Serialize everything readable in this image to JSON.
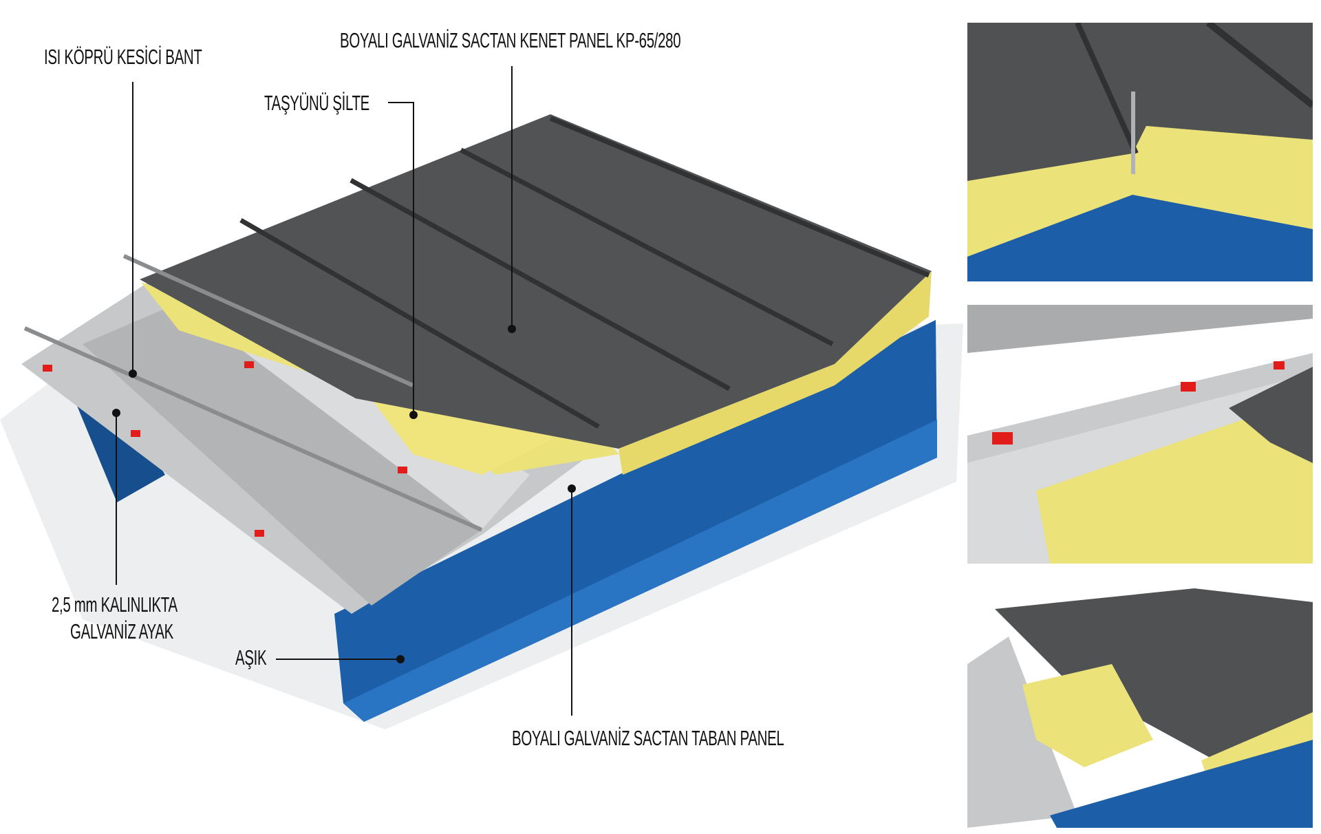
{
  "labels": {
    "thermal_break_tape": "ISI KÖPRÜ KESİCİ BANT",
    "seam_panel": "BOYALI GALVANİZ SACTAN KENET PANEL KP-65/280",
    "rockwool": "TAŞYÜNÜ ŞİLTE",
    "bracket_line1": "2,5 mm KALINLIKTA",
    "bracket_line2": "GALVANİZ AYAK",
    "purlin": "AŞIK",
    "liner_panel": "BOYALI GALVANİZ SACTAN TABAN PANEL"
  },
  "colors": {
    "steel_dark": "#505254",
    "insulation": "#ece27a",
    "purlin_blue": "#1c5fa8",
    "liner_silver": "#c2c4c6",
    "tape_red": "#e21b1b"
  }
}
